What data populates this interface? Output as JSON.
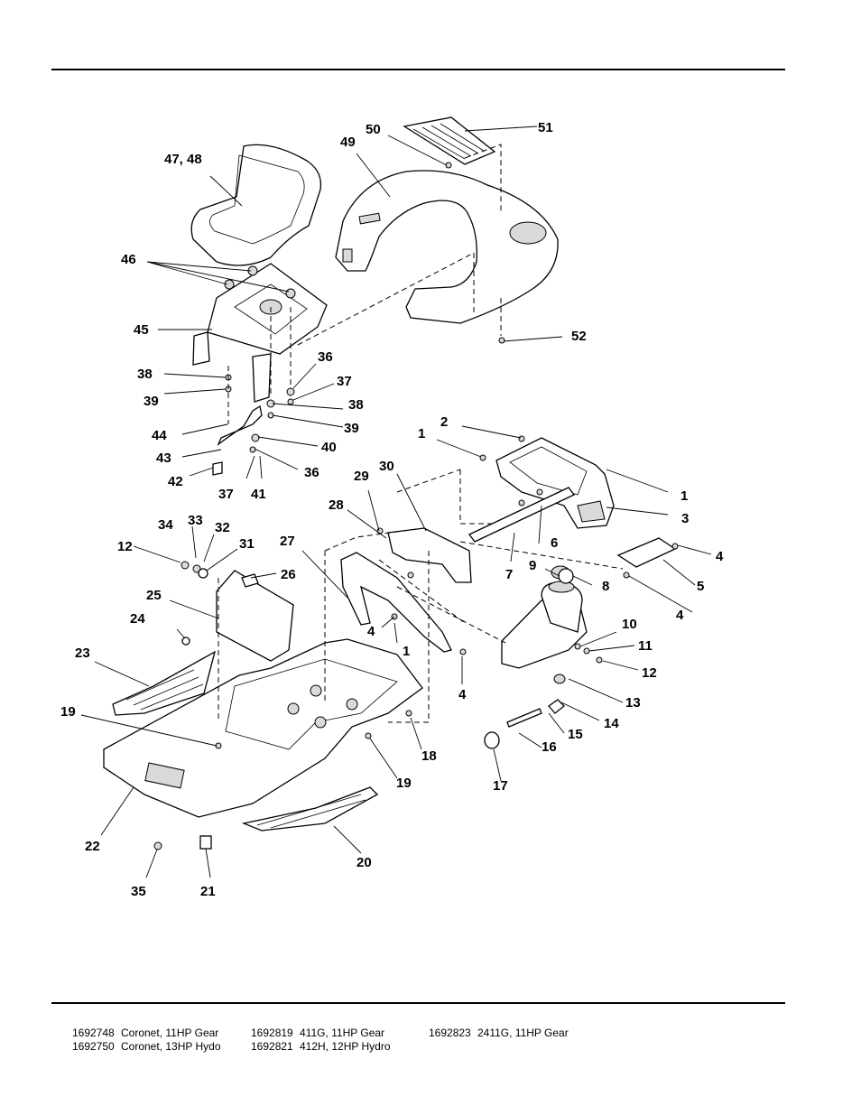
{
  "callouts": [
    {
      "id": "c47",
      "text": "47, 48"
    },
    {
      "id": "c50",
      "text": "50"
    },
    {
      "id": "c51",
      "text": "51"
    },
    {
      "id": "c49",
      "text": "49"
    },
    {
      "id": "c46",
      "text": "46"
    },
    {
      "id": "c45",
      "text": "45"
    },
    {
      "id": "c52",
      "text": "52"
    },
    {
      "id": "c36a",
      "text": "36"
    },
    {
      "id": "c38a",
      "text": "38"
    },
    {
      "id": "c37a",
      "text": "37"
    },
    {
      "id": "c39a",
      "text": "39"
    },
    {
      "id": "c38b",
      "text": "38"
    },
    {
      "id": "c39b",
      "text": "39"
    },
    {
      "id": "c44",
      "text": "44"
    },
    {
      "id": "c40",
      "text": "40"
    },
    {
      "id": "c43",
      "text": "43"
    },
    {
      "id": "c36b",
      "text": "36"
    },
    {
      "id": "c42",
      "text": "42"
    },
    {
      "id": "c37b",
      "text": "37"
    },
    {
      "id": "c41",
      "text": "41"
    },
    {
      "id": "c2",
      "text": "2"
    },
    {
      "id": "c1a",
      "text": "1"
    },
    {
      "id": "c30",
      "text": "30"
    },
    {
      "id": "c29",
      "text": "29"
    },
    {
      "id": "c1b",
      "text": "1"
    },
    {
      "id": "c3",
      "text": "3"
    },
    {
      "id": "c28",
      "text": "28"
    },
    {
      "id": "c34",
      "text": "34"
    },
    {
      "id": "c33",
      "text": "33"
    },
    {
      "id": "c32",
      "text": "32"
    },
    {
      "id": "c6",
      "text": "6"
    },
    {
      "id": "c27",
      "text": "27"
    },
    {
      "id": "c12a",
      "text": "12"
    },
    {
      "id": "c31",
      "text": "31"
    },
    {
      "id": "c4a",
      "text": "4"
    },
    {
      "id": "c26",
      "text": "26"
    },
    {
      "id": "c7",
      "text": "7"
    },
    {
      "id": "c9",
      "text": "9"
    },
    {
      "id": "c5",
      "text": "5"
    },
    {
      "id": "c8",
      "text": "8"
    },
    {
      "id": "c25",
      "text": "25"
    },
    {
      "id": "c4b",
      "text": "4"
    },
    {
      "id": "c24",
      "text": "24"
    },
    {
      "id": "c10",
      "text": "10"
    },
    {
      "id": "c4c",
      "text": "4"
    },
    {
      "id": "c1c",
      "text": "1"
    },
    {
      "id": "c11",
      "text": "11"
    },
    {
      "id": "c23",
      "text": "23"
    },
    {
      "id": "c12b",
      "text": "12"
    },
    {
      "id": "c4d",
      "text": "4"
    },
    {
      "id": "c13",
      "text": "13"
    },
    {
      "id": "c19a",
      "text": "19"
    },
    {
      "id": "c14",
      "text": "14"
    },
    {
      "id": "c18",
      "text": "18"
    },
    {
      "id": "c15",
      "text": "15"
    },
    {
      "id": "c16",
      "text": "16"
    },
    {
      "id": "c19b",
      "text": "19"
    },
    {
      "id": "c17",
      "text": "17"
    },
    {
      "id": "c22",
      "text": "22"
    },
    {
      "id": "c20",
      "text": "20"
    },
    {
      "id": "c35",
      "text": "35"
    },
    {
      "id": "c21",
      "text": "21"
    }
  ],
  "models": [
    [
      {
        "number": "1692748",
        "name": "Coronet, 11HP Gear"
      },
      {
        "number": "1692750",
        "name": "Coronet, 13HP Hydo"
      }
    ],
    [
      {
        "number": "1692819",
        "name": "411G, 11HP Gear"
      },
      {
        "number": "1692821",
        "name": "412H, 12HP Hydro"
      }
    ],
    [
      {
        "number": "1692823",
        "name": "2411G, 11HP Gear"
      }
    ]
  ]
}
